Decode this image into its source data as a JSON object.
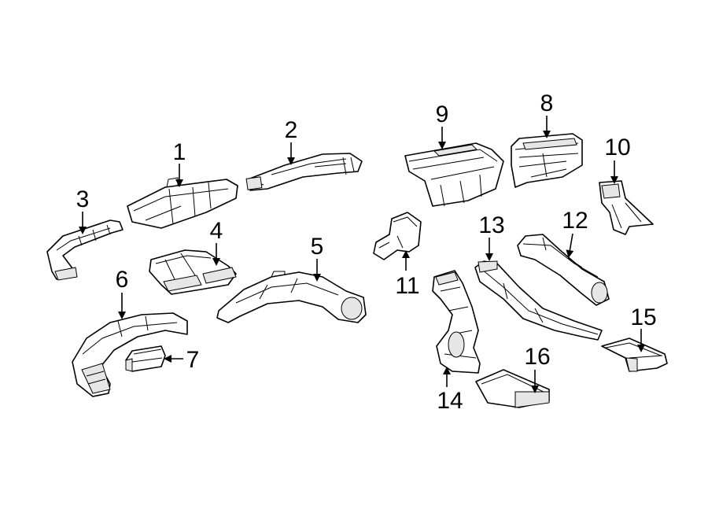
{
  "diagram": {
    "callouts": [
      {
        "id": "1",
        "label": "1",
        "part_icon": "duct-center-icon"
      },
      {
        "id": "2",
        "label": "2",
        "part_icon": "duct-upper-icon"
      },
      {
        "id": "3",
        "label": "3",
        "part_icon": "duct-side-icon"
      },
      {
        "id": "4",
        "label": "4",
        "part_icon": "vent-pair-icon"
      },
      {
        "id": "5",
        "label": "5",
        "part_icon": "duct-curved-icon"
      },
      {
        "id": "6",
        "label": "6",
        "part_icon": "duct-arch-icon"
      },
      {
        "id": "7",
        "label": "7",
        "part_icon": "nozzle-icon"
      },
      {
        "id": "8",
        "label": "8",
        "part_icon": "housing-icon"
      },
      {
        "id": "9",
        "label": "9",
        "part_icon": "box-duct-icon"
      },
      {
        "id": "10",
        "label": "10",
        "part_icon": "bracket-duct-icon"
      },
      {
        "id": "11",
        "label": "11",
        "part_icon": "elbow-icon"
      },
      {
        "id": "12",
        "label": "12",
        "part_icon": "rear-duct-icon"
      },
      {
        "id": "13",
        "label": "13",
        "part_icon": "long-duct-icon"
      },
      {
        "id": "14",
        "label": "14",
        "part_icon": "vertical-duct-icon"
      },
      {
        "id": "15",
        "label": "15",
        "part_icon": "floor-duct-icon"
      },
      {
        "id": "16",
        "label": "16",
        "part_icon": "floor-duct-icon"
      }
    ]
  }
}
